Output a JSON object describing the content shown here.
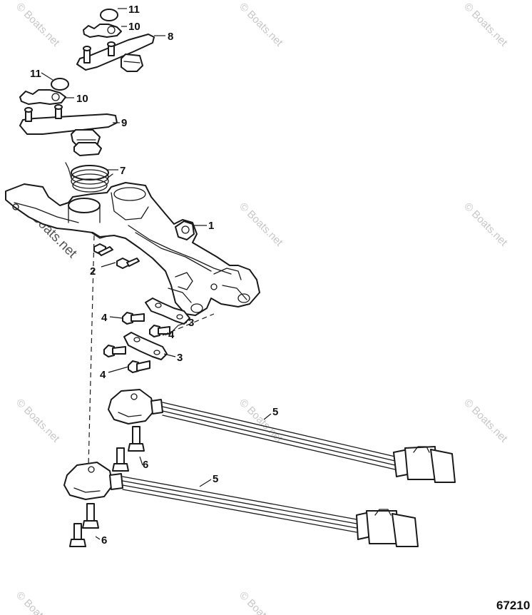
{
  "diagram": {
    "watermark_text": "© Boats.net",
    "figure_number": "67210",
    "callouts": {
      "c1": "1",
      "c2": "2",
      "c3a": "3",
      "c3b": "3",
      "c4a": "4",
      "c4b": "4",
      "c4c": "4",
      "c5a": "5",
      "c5b": "5",
      "c6a": "6",
      "c6b": "6",
      "c7": "7",
      "c8": "8",
      "c9": "9",
      "c10a": "10",
      "c10b": "10",
      "c11a": "11",
      "c11b": "11"
    }
  }
}
